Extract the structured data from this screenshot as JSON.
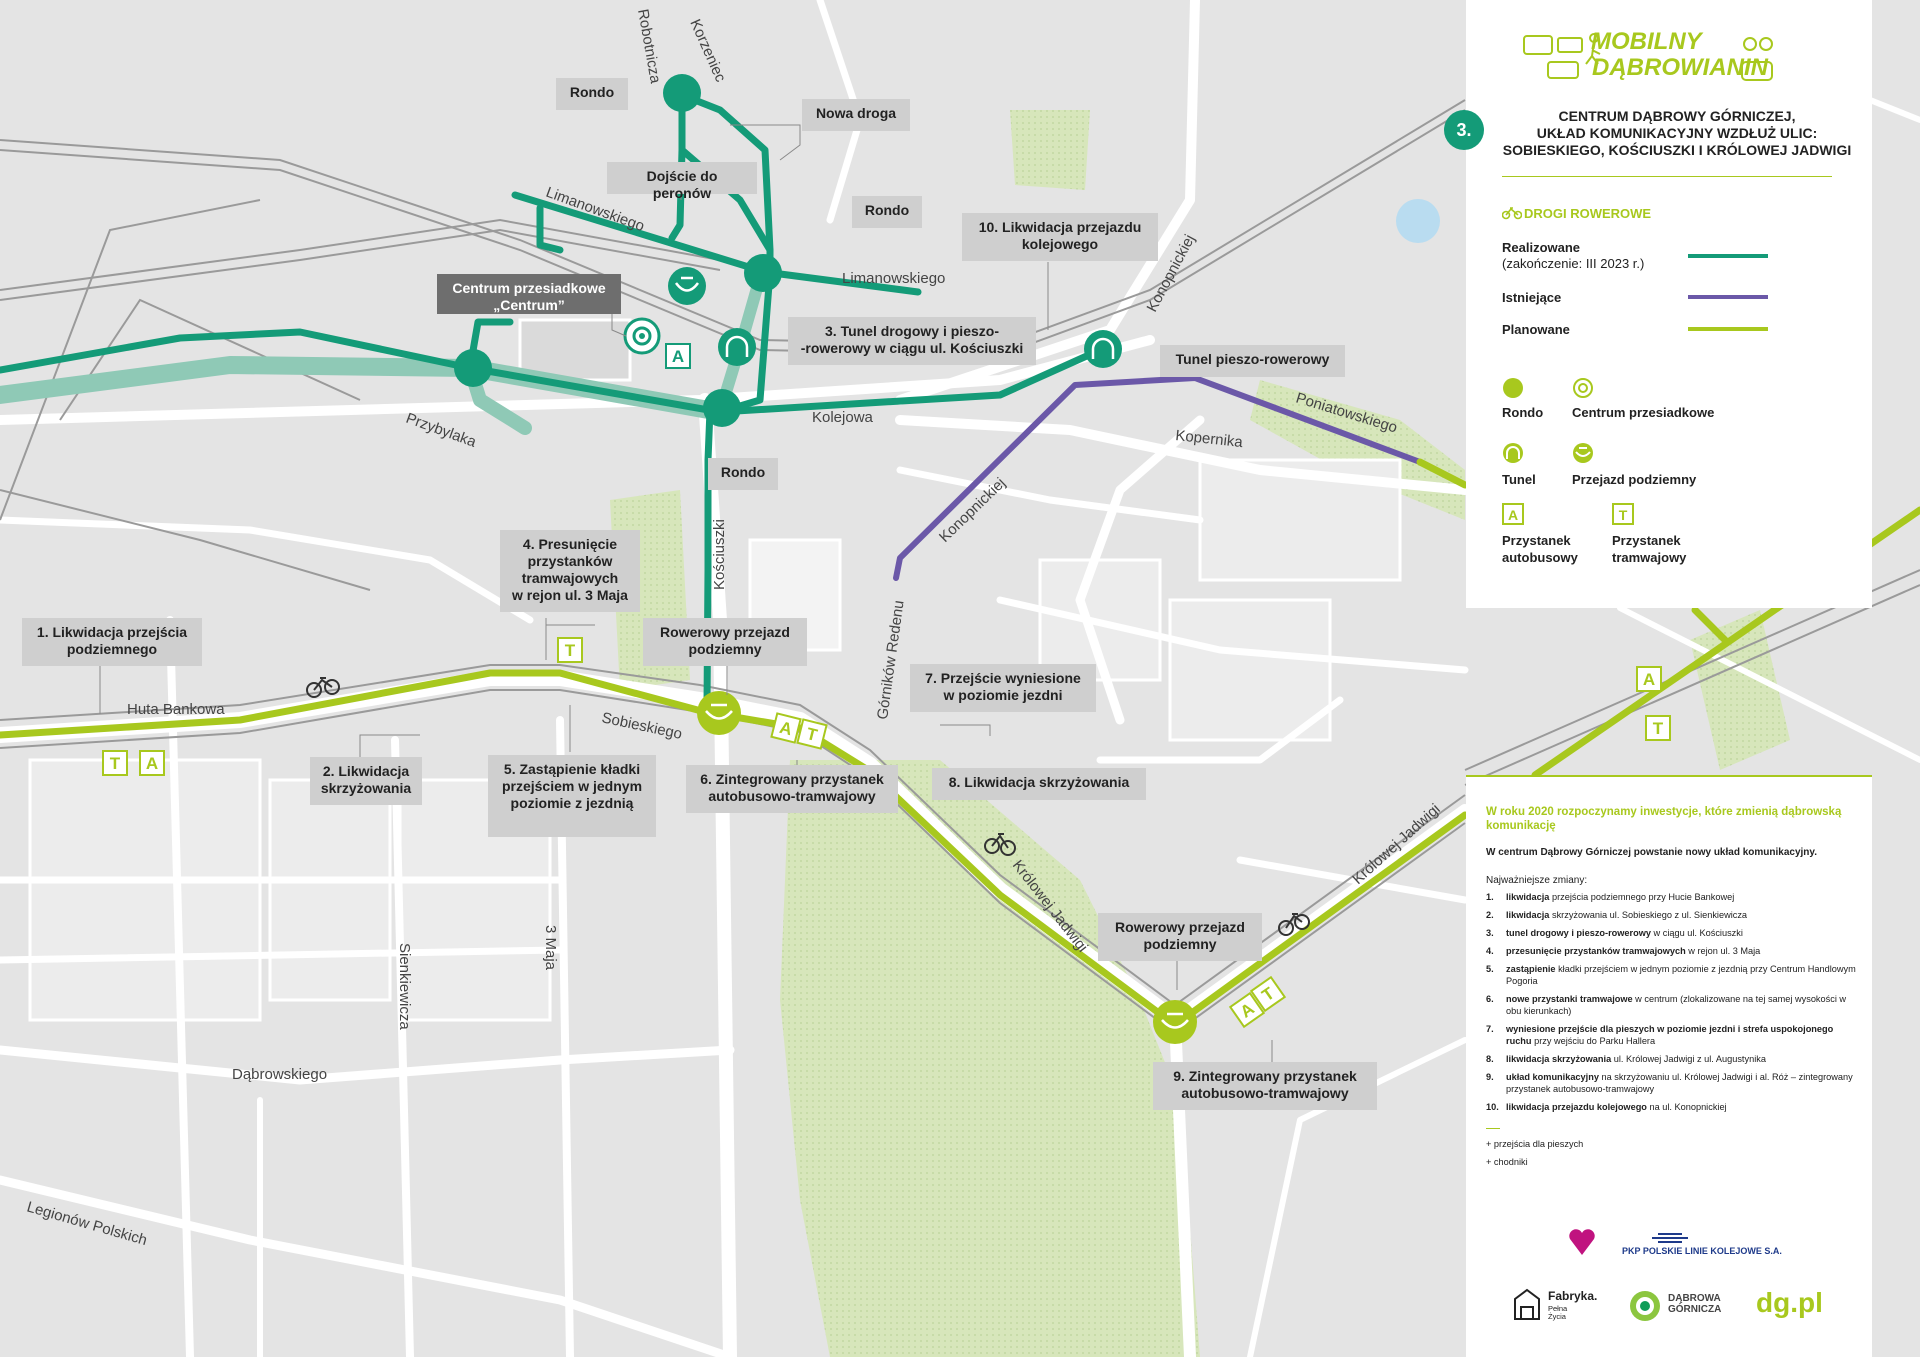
{
  "legend": {
    "brand_line1": "MOBILNY",
    "brand_line2": "DĄBROWIANIN",
    "number": "3.",
    "title": "CENTRUM DĄBROWY GÓRNICZEJ,\nUKŁAD KOMUNIKACYJNY WZDŁUŻ ULIC:\nSOBIESKIEGO, KOŚCIUSZKI I KRÓLOWEJ JADWIGI",
    "bike_roads_heading": "DROGI ROWEROWE",
    "rows": [
      {
        "label": "Realizowane",
        "sub": "(zakończenie: III 2023 r.)",
        "color": "#149b78"
      },
      {
        "label": "Istniejące",
        "sub": "",
        "color": "#6b58a8"
      },
      {
        "label": "Planowane",
        "sub": "",
        "color": "#a8c81e"
      }
    ],
    "symbols": {
      "rondo": "Rondo",
      "centrum": "Centrum przesiadkowe",
      "tunel": "Tunel",
      "przejazd": "Przejazd podziemny",
      "bus_stop": "Przystanek\nautobusowy",
      "tram_stop": "Przystanek\ntramwajowy",
      "bus_letter": "A",
      "tram_letter": "T"
    }
  },
  "info": {
    "heading": "W roku 2020 rozpoczynamy inwestycje, które zmienią dąbrowską komunikację",
    "lead": "W centrum Dąbrowy Górniczej powstanie nowy układ komunikacyjny.",
    "sub": "Najważniejsze zmiany:",
    "items": [
      {
        "n": "1.",
        "bold": "likwidacja",
        "rest": " przejścia podziemnego przy Hucie Bankowej"
      },
      {
        "n": "2.",
        "bold": "likwidacja",
        "rest": " skrzyżowania ul. Sobieskiego z ul. Sienkiewicza"
      },
      {
        "n": "3.",
        "bold": "tunel drogowy i pieszo-rowerowy",
        "rest": " w ciągu ul. Kościuszki"
      },
      {
        "n": "4.",
        "bold": "przesunięcie przystanków tramwajowych",
        "rest": " w rejon ul. 3 Maja"
      },
      {
        "n": "5.",
        "bold": "zastąpienie",
        "rest": " kładki przejściem w jednym poziomie z jezdnią przy Centrum Handlowym Pogoria"
      },
      {
        "n": "6.",
        "bold": "nowe przystanki tramwajowe",
        "rest": " w centrum (zlokalizowane na tej samej wysokości w obu kierunkach)"
      },
      {
        "n": "7.",
        "bold": "wyniesione przejście dla pieszych w poziomie jezdni i strefa uspokojonego ruchu",
        "rest": " przy wejściu do Parku Hallera"
      },
      {
        "n": "8.",
        "bold": "likwidacja skrzyżowania",
        "rest": " ul. Królowej Jadwigi z ul. Augustynika"
      },
      {
        "n": "9.",
        "bold": "układ komunikacyjny",
        "rest": " na skrzyżowaniu ul. Królowej Jadwigi i al. Róż – zintegrowany przystanek autobusowo-tramwajowy"
      },
      {
        "n": "10.",
        "bold": "likwidacja przejazdu kolejowego",
        "rest": " na ul. Konopnickiej"
      }
    ],
    "foot1": "+ przejścia dla pieszych",
    "foot2": "+ chodniki",
    "logo_pkp": "PKP POLSKIE LINIE KOLEJOWE S.A.",
    "logo_fabryka": "Fabryka.",
    "logo_fabryka_sub": "Pełna\nŻycia",
    "logo_dg": "DĄBROWA\nGÓRNICZA",
    "logo_dgpl": "dg.pl"
  },
  "streets": {
    "robotnicza": "Robotnicza",
    "korzeniec": "Korzeniec",
    "limanowskiego1": "Limanowskiego",
    "limanowskiego2": "Limanowskiego",
    "konopnickiej1": "Konopnickiej",
    "konopnickiej2": "Konopnickiej",
    "poniatowskiego": "Poniatowskiego",
    "kopernika": "Kopernika",
    "kolejowa": "Kolejowa",
    "przybylaka": "Przybylaka",
    "kosciuszki": "Kościuszki",
    "gornikow": "Górników Redenu",
    "huta": "Huta Bankowa",
    "sobieskiego": "Sobieskiego",
    "krolowej1": "Królowej Jadwigi",
    "krolowej2": "Królowej Jadwigi",
    "trzeciego": "3 Maja",
    "sienkiewicza": "Sienkiewicza",
    "dabrowskiego": "Dąbrowskiego",
    "legionow": "Legionów Polskich"
  },
  "callouts": {
    "rondo1": "Rondo",
    "nowa_droga": "Nowa droga",
    "dojscie": "Dojście do peronów",
    "rondo2": "Rondo",
    "likw10": "10. Likwidacja przejazdu\nkolejowego",
    "centrum": "Centrum przesiadkowe\n„Centrum”",
    "tunel3": "3. Tunel drogowy i pieszo-\n-rowerowy w ciągu ul. Kościuszki",
    "tunel_pr": "Tunel pieszo-rowerowy",
    "rondo3": "Rondo",
    "c4": "4. Presunięcie\nprzystanków\ntramwajowych\nw rejon ul. 3 Maja",
    "c1": "1. Likwidacja przejścia\npodziemnego",
    "rowerowy1": "Rowerowy przejazd\npodziemny",
    "c7": "7. Przejście wyniesione\nw poziomie jezdni",
    "c2": "2. Likwidacja\nskrzyżowania",
    "c5": "5. Zastąpienie kładki\nprzejściem w jednym\npoziomie z jezdnią",
    "c6": "6. Zintegrowany przystanek\nautobusowo-tramwajowy",
    "c8": "8. Likwidacja skrzyżowania",
    "rowerowy2": "Rowerowy przejazd\npodziemny",
    "c9": "9. Zintegrowany przystanek\nautobusowo-tramwajowy"
  },
  "stop_letters": {
    "a": "A",
    "t": "T"
  },
  "colors": {
    "realized": "#149b78",
    "existing": "#6b58a8",
    "planned": "#a8c81e",
    "park": "#d4e3b4",
    "road": "#ffffff",
    "background": "#e4e4e4"
  }
}
